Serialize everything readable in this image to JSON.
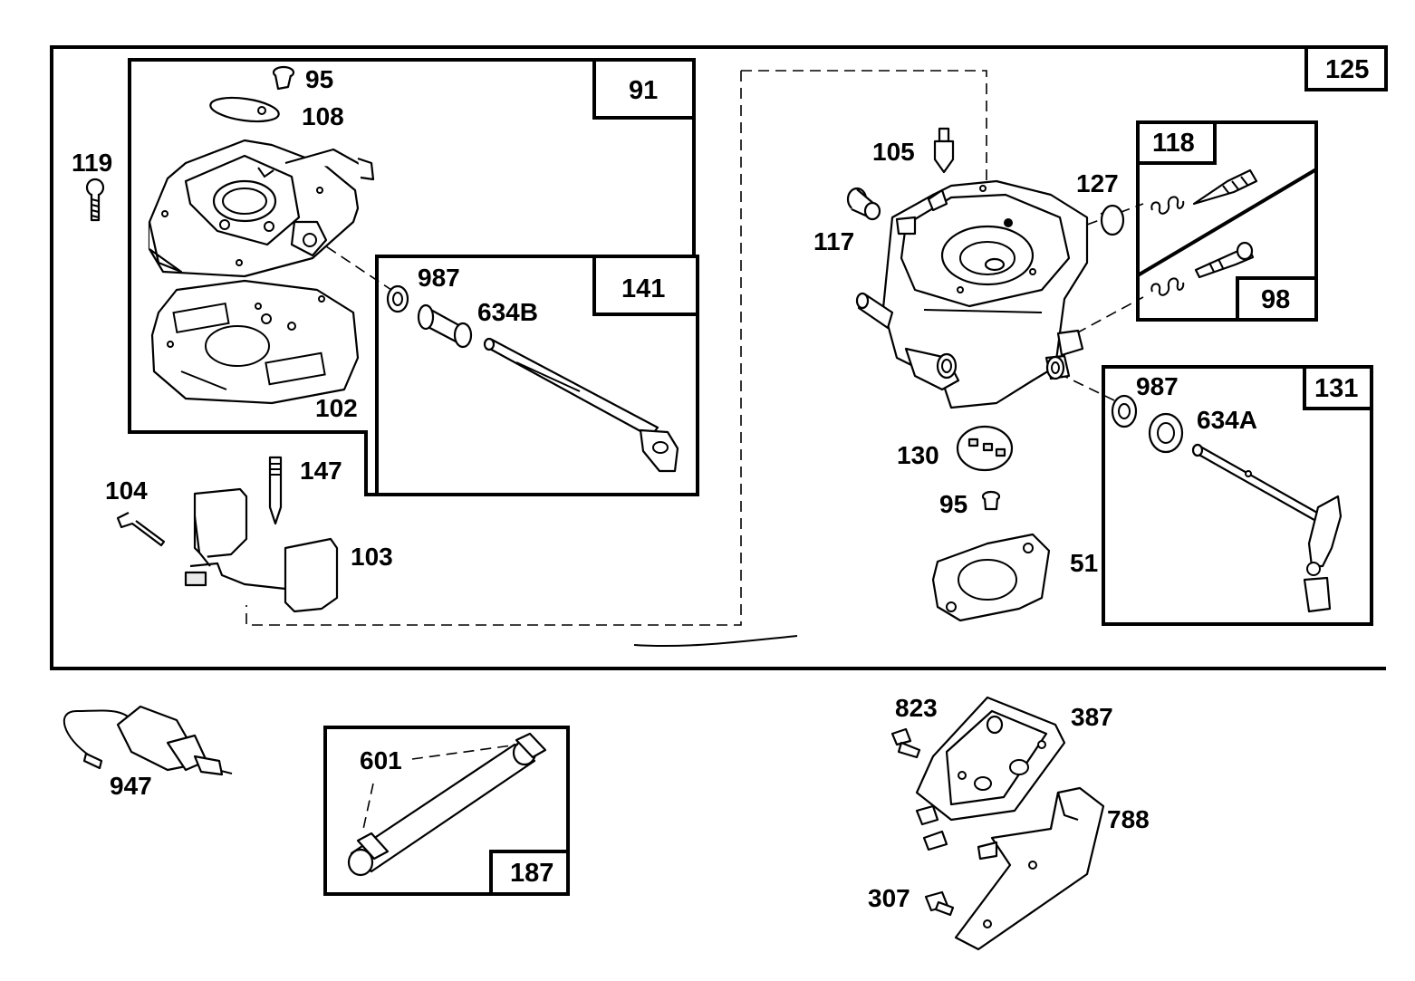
{
  "box_labels": {
    "b125": "125",
    "b91": "91",
    "b141": "141",
    "b118": "118",
    "b98": "98",
    "b131": "131",
    "b187": "187"
  },
  "part_labels": {
    "p95a": "95",
    "p108": "108",
    "p119": "119",
    "p987a": "987",
    "p634b": "634B",
    "p102": "102",
    "p147": "147",
    "p104": "104",
    "p103": "103",
    "p105": "105",
    "p127": "127",
    "p117": "117",
    "p987b": "987",
    "p634a": "634A",
    "p130": "130",
    "p95b": "95",
    "p51": "51",
    "p947": "947",
    "p601": "601",
    "p823": "823",
    "p387": "387",
    "p788": "788",
    "p307": "307"
  }
}
